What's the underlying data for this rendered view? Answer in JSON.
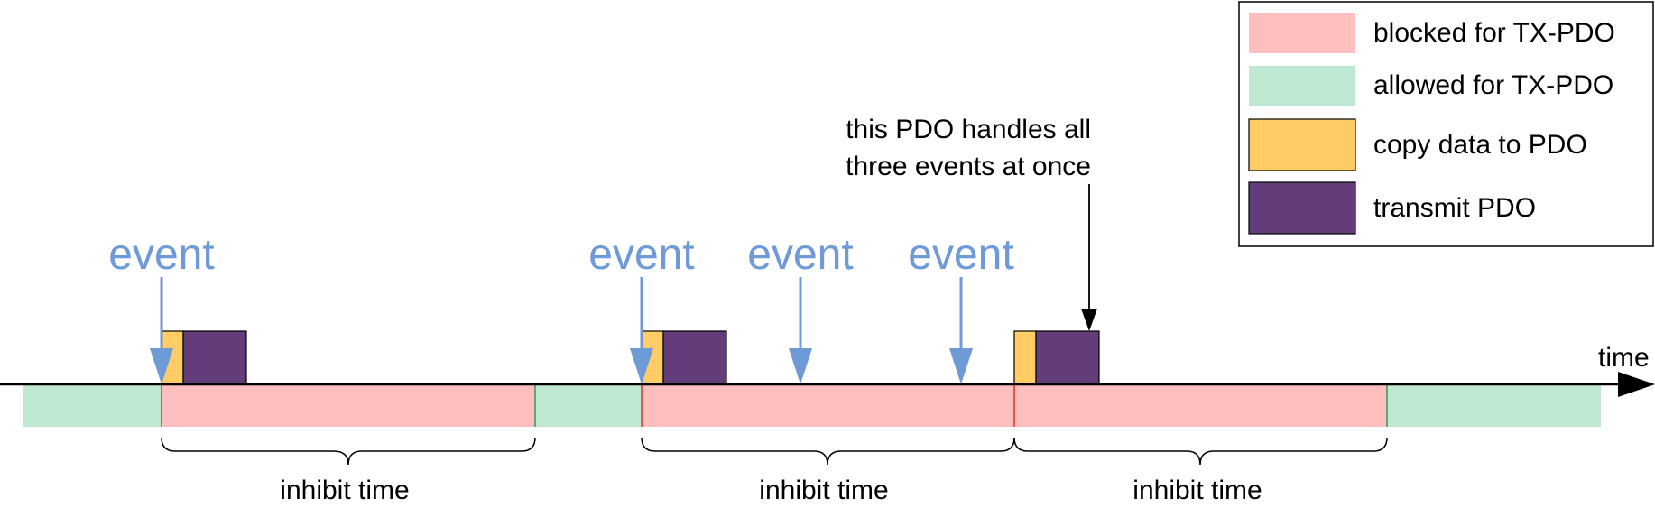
{
  "legend": {
    "items": [
      {
        "label": "blocked for TX-PDO",
        "color": "#ffbfbf"
      },
      {
        "label": "allowed for TX-PDO",
        "color": "#bfe8d3"
      },
      {
        "label": "copy data to PDO",
        "color": "#ffcc66"
      },
      {
        "label": "transmit PDO",
        "color": "#633c7a"
      }
    ]
  },
  "axis": {
    "label": "time"
  },
  "events": {
    "label": "event",
    "color": "#6f9ad8"
  },
  "annotation": {
    "line1": "this PDO handles all",
    "line2": "three events at once"
  },
  "inhibit": {
    "label": "inhibit time"
  }
}
